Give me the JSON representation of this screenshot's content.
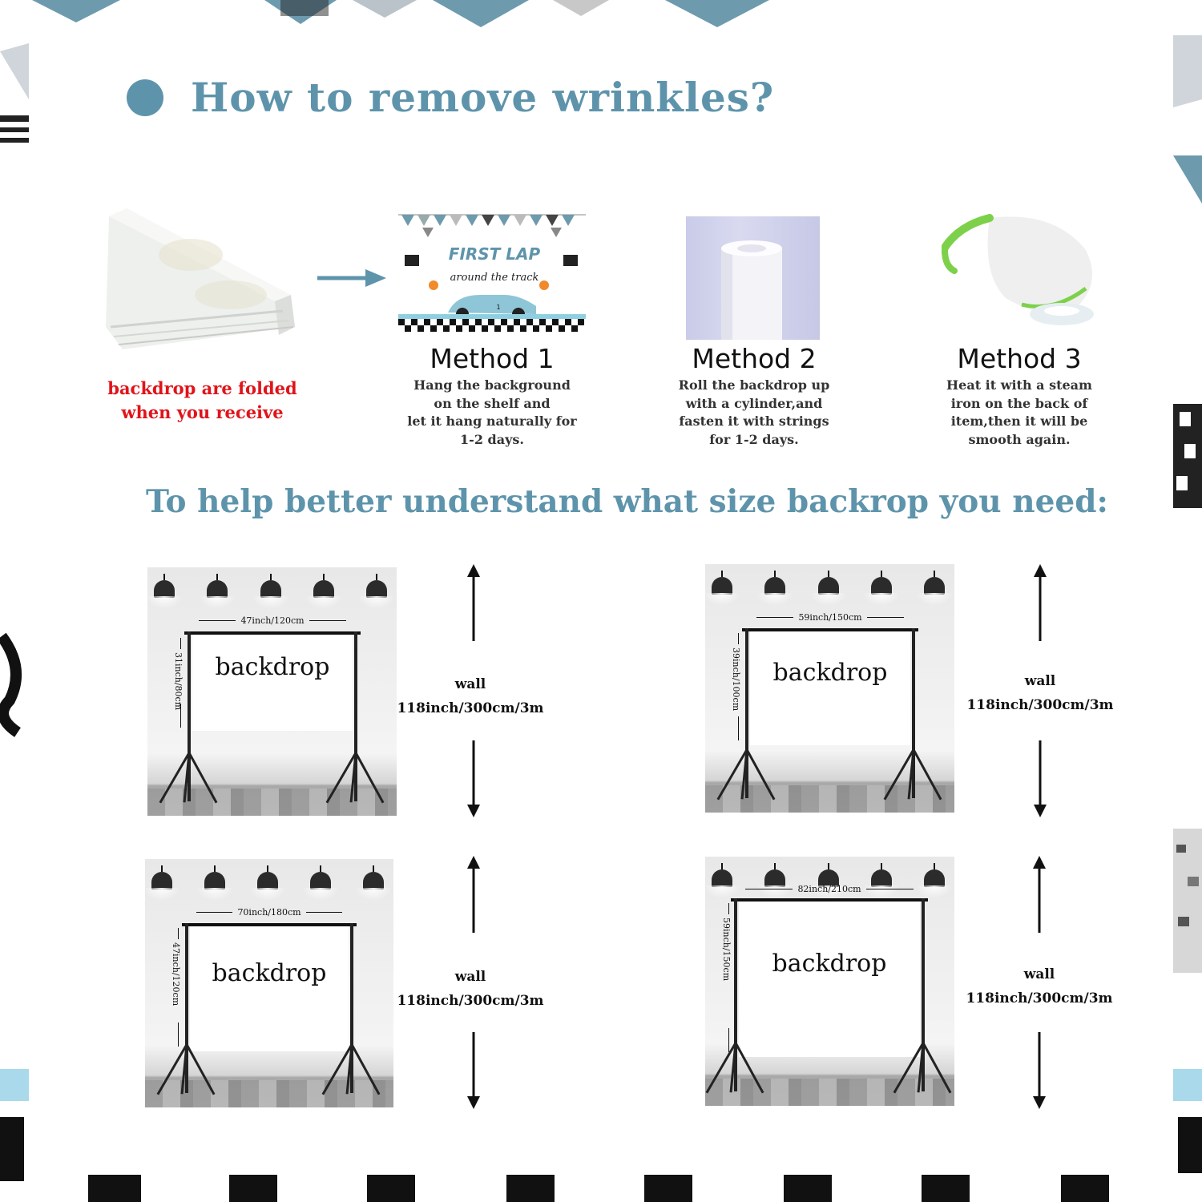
{
  "header": {
    "title": "How to remove wrinkles?"
  },
  "intro": {
    "folded_line1": "backdrop are folded",
    "folded_line2": "when you receive"
  },
  "methods": [
    {
      "title": "Method 1",
      "lines": [
        "Hang the background",
        "on the shelf and",
        "let it hang naturally for",
        "1-2 days."
      ]
    },
    {
      "title": "Method 2",
      "lines": [
        "Roll the backdrop up",
        "with a cylinder,and",
        "fasten it with strings",
        "for 1-2 days."
      ]
    },
    {
      "title": "Method 3",
      "lines": [
        "Heat it with a steam",
        "iron on the back of",
        "item,then it will be",
        "smooth again."
      ]
    }
  ],
  "product_thumb": {
    "line1": "FIRST LAP",
    "line2": "around the track",
    "car_number": "1"
  },
  "size_section": {
    "subtitle": "To help better understand what size backrop you need:"
  },
  "scenes": [
    {
      "width_label": "47inch/120cm",
      "height_label": "31inch/80cm",
      "backdrop_label": "backdrop",
      "wall_line1": "wall",
      "wall_line2": "118inch/300cm/3m"
    },
    {
      "width_label": "59inch/150cm",
      "height_label": "39inch/100cm",
      "backdrop_label": "backdrop",
      "wall_line1": "wall",
      "wall_line2": "118inch/300cm/3m"
    },
    {
      "width_label": "70inch/180cm",
      "height_label": "47inch/120cm",
      "backdrop_label": "backdrop",
      "wall_line1": "wall",
      "wall_line2": "118inch/300cm/3m"
    },
    {
      "width_label": "82inch/210cm",
      "height_label": "59inch/150cm",
      "backdrop_label": "backdrop",
      "wall_line1": "wall",
      "wall_line2": "118inch/300cm/3m"
    }
  ],
  "colors": {
    "accent_blue": "#5e94ab",
    "alert_red": "#e0141a"
  }
}
